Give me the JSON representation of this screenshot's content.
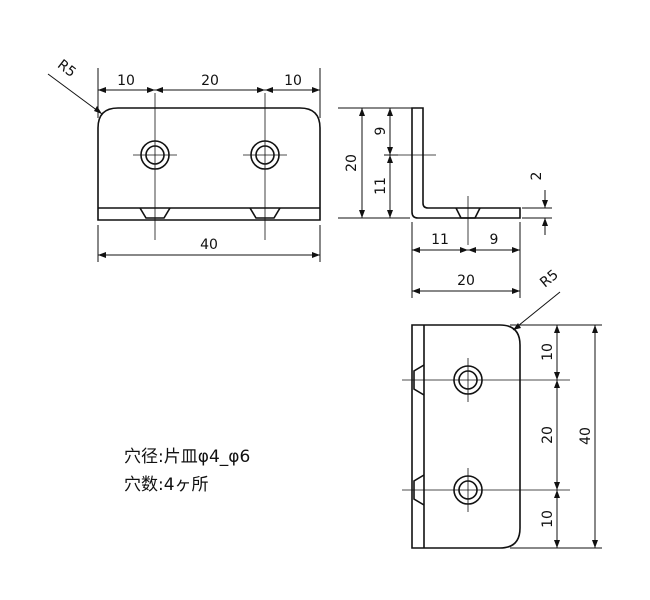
{
  "drawing": {
    "front": {
      "radius": "R5",
      "dim_left": "10",
      "dim_mid": "20",
      "dim_right": "10",
      "dim_total": "40"
    },
    "side": {
      "dim_height": "20",
      "dim_upper": "9",
      "dim_lower": "11",
      "dim_thickness": "2",
      "dim_base_left": "11",
      "dim_base_right": "9",
      "dim_base_total": "20"
    },
    "plan": {
      "radius": "R5",
      "dim_top": "10",
      "dim_mid": "20",
      "dim_bottom": "10",
      "dim_total": "40"
    },
    "notes": {
      "hole": "穴径:片皿φ4_φ6",
      "count": "穴数:4ヶ所"
    }
  }
}
